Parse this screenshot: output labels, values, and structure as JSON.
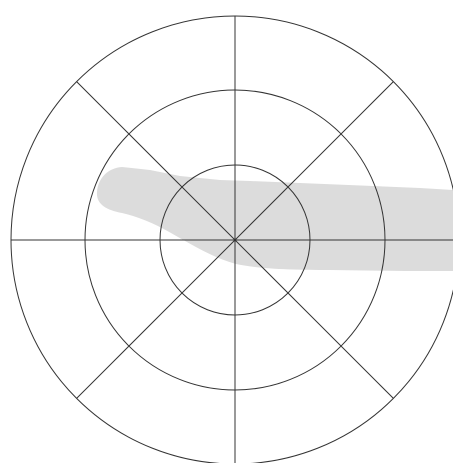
{
  "diagram": {
    "type": "polar-grid",
    "ring_count": 3,
    "sector_count": 8,
    "colors": {
      "background": "#ffffff",
      "grid_line": "#333333",
      "shaded_region": "#dcdcdc"
    }
  }
}
